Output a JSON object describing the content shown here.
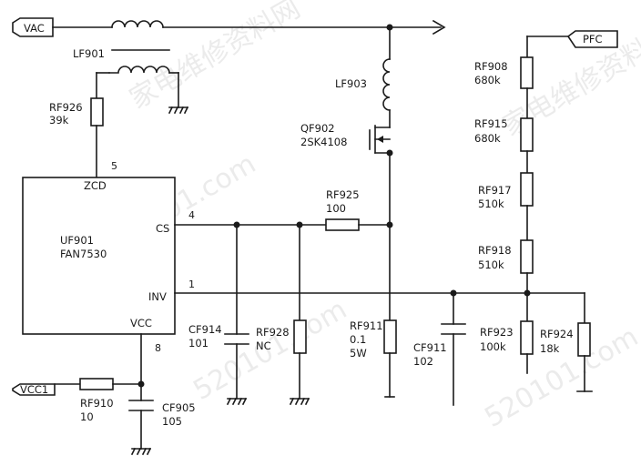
{
  "ports": {
    "vac": "VAC",
    "pfc": "PFC",
    "vcc1": "VCC1"
  },
  "ic": {
    "ref": "UF901",
    "part": "FAN7530",
    "pin_zcd": "ZCD",
    "pin_cs": "CS",
    "pin_inv": "INV",
    "pin_vcc": "VCC",
    "num_zcd": "5",
    "num_cs": "4",
    "num_inv": "1",
    "num_vcc": "8"
  },
  "components": {
    "lf901": {
      "ref": "LF901"
    },
    "lf903": {
      "ref": "LF903"
    },
    "qf902": {
      "ref": "QF902",
      "value": "2SK4108"
    },
    "rf926": {
      "ref": "RF926",
      "value": "39k"
    },
    "rf925": {
      "ref": "RF925",
      "value": "100"
    },
    "rf908": {
      "ref": "RF908",
      "value": "680k"
    },
    "rf915": {
      "ref": "RF915",
      "value": "680k"
    },
    "rf917": {
      "ref": "RF917",
      "value": "510k"
    },
    "rf918": {
      "ref": "RF918",
      "value": "510k"
    },
    "rf923": {
      "ref": "RF923",
      "value": "100k"
    },
    "rf924": {
      "ref": "RF924",
      "value": "18k"
    },
    "cf914": {
      "ref": "CF914",
      "value": "101"
    },
    "rf928": {
      "ref": "RF928",
      "value": "NC"
    },
    "rf911": {
      "ref": "RF911",
      "value": "0.1",
      "power": "5W"
    },
    "cf911": {
      "ref": "CF911",
      "value": "102"
    },
    "rf910": {
      "ref": "RF910",
      "value": "10"
    },
    "cf905": {
      "ref": "CF905",
      "value": "105"
    }
  },
  "watermark": {
    "text1": "家电维修资料网",
    "text2": "520101.com"
  }
}
